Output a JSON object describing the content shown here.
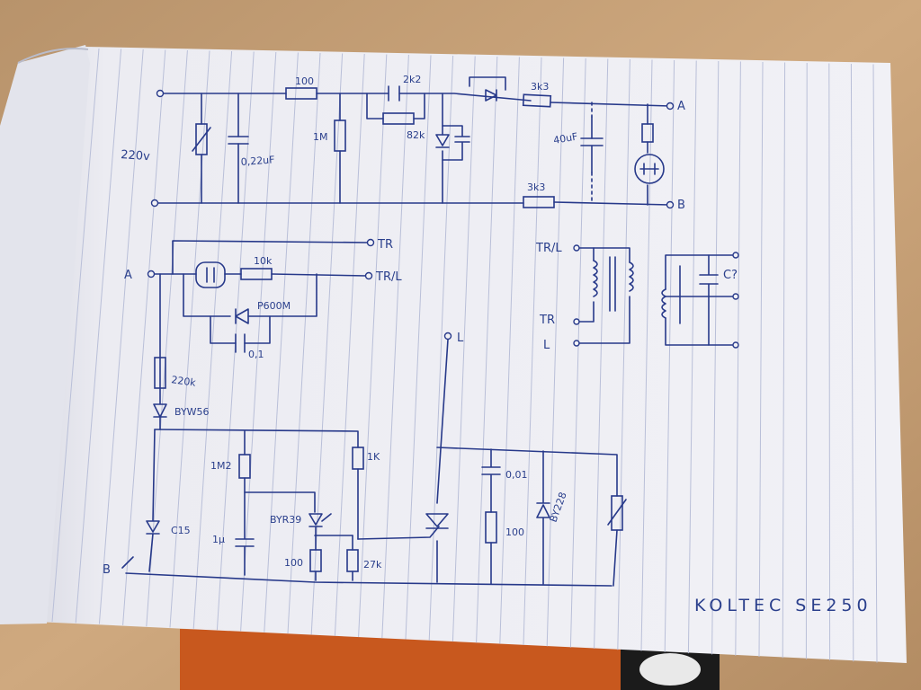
{
  "colors": {
    "desk": "#c7a178",
    "paper": "#eeeef3",
    "rule": "#b9bfd8",
    "ink": "#27398a"
  },
  "labels": {
    "top": {
      "mains": "220v",
      "r_in": "100",
      "c_series": "2k2",
      "r_bypass": "82k",
      "r_series": "3k3",
      "r_return": "3k3",
      "c_filter": "0,22uF",
      "r_bleed": "1M",
      "c_reservoir": "40uF",
      "term_a": "A",
      "term_b": "B"
    },
    "mid": {
      "term_a": "A",
      "term_tr": "TR",
      "term_trl": "TR/L",
      "r_lamp": "10k",
      "pot": "P600M",
      "cap": "0,1"
    },
    "trafo": {
      "trl": "TR/L",
      "tr": "TR",
      "l": "L",
      "cap": "C?"
    },
    "bottom": {
      "r_drop": "220k",
      "diode": "BYW56",
      "r_upper": "1M2",
      "r_1k": "1K",
      "zener": "C15",
      "cap": "1µ",
      "diac": "BYR39",
      "r_100": "100",
      "r_27k": "27k",
      "term_l": "L",
      "term_b": "B",
      "c_snub": "0,01",
      "r_snub": "100",
      "diode2": "BY228"
    },
    "title": "KOLTEC SE250"
  }
}
